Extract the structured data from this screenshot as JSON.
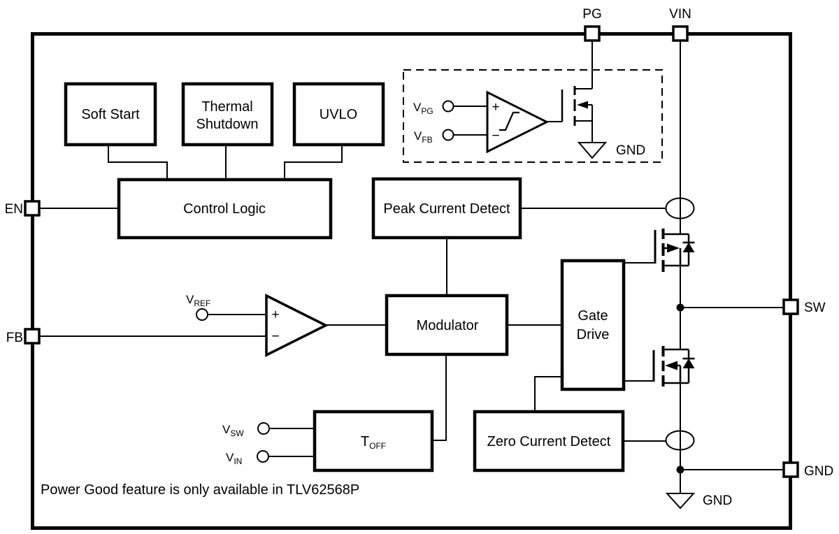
{
  "diagram": {
    "title_note": "Power Good feature is only available in TLV62568P",
    "colors": {
      "ink": "#000000",
      "background": "#ffffff"
    },
    "pins": {
      "pg": "PG",
      "vin": "VIN",
      "en": "EN",
      "fb": "FB",
      "sw": "SW",
      "gnd": "GND"
    },
    "blocks": {
      "soft_start": "Soft Start",
      "thermal_line1": "Thermal",
      "thermal_line2": "Shutdown",
      "uvlo": "UVLO",
      "control_logic": "Control Logic",
      "peak_current_detect": "Peak Current Detect",
      "modulator": "Modulator",
      "gate_drive_line1": "Gate",
      "gate_drive_line2": "Drive",
      "zero_current_detect": "Zero Current Detect",
      "toff_main": "T",
      "toff_sub": "OFF"
    },
    "signals": {
      "vpg_main": "V",
      "vpg_sub": "PG",
      "vfb_main": "V",
      "vfb_sub": "FB",
      "vref_main": "V",
      "vref_sub": "REF",
      "vsw_main": "V",
      "vsw_sub": "SW",
      "vin_main": "V",
      "vin_sub": "IN"
    },
    "comparator": {
      "plus": "+",
      "minus": "−"
    },
    "gnd_labels": {
      "pg": "GND",
      "power": "GND"
    }
  }
}
